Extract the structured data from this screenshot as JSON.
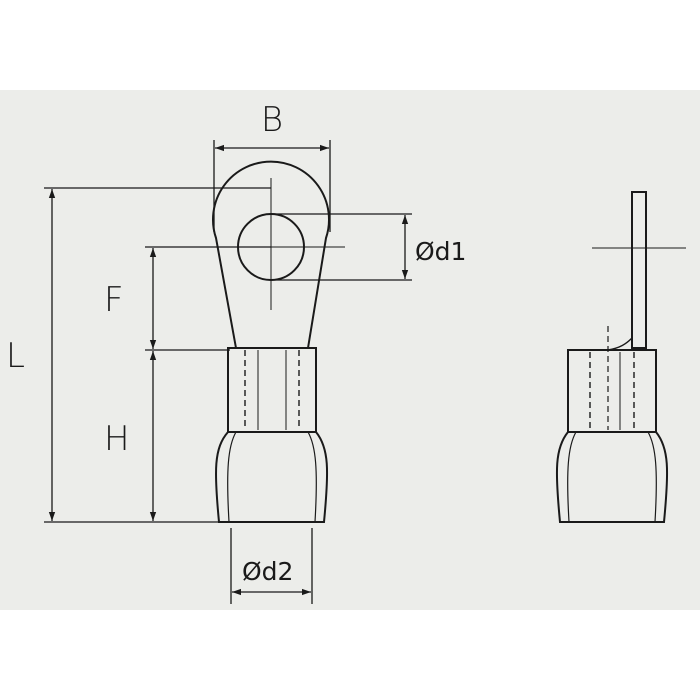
{
  "diagram": {
    "labels": {
      "B": "B",
      "d1": "Ød1",
      "F": "F",
      "L": "L",
      "H": "H",
      "d2": "Ød2"
    },
    "colors": {
      "background": "#ecedea",
      "line": "#1a1a1a"
    }
  }
}
